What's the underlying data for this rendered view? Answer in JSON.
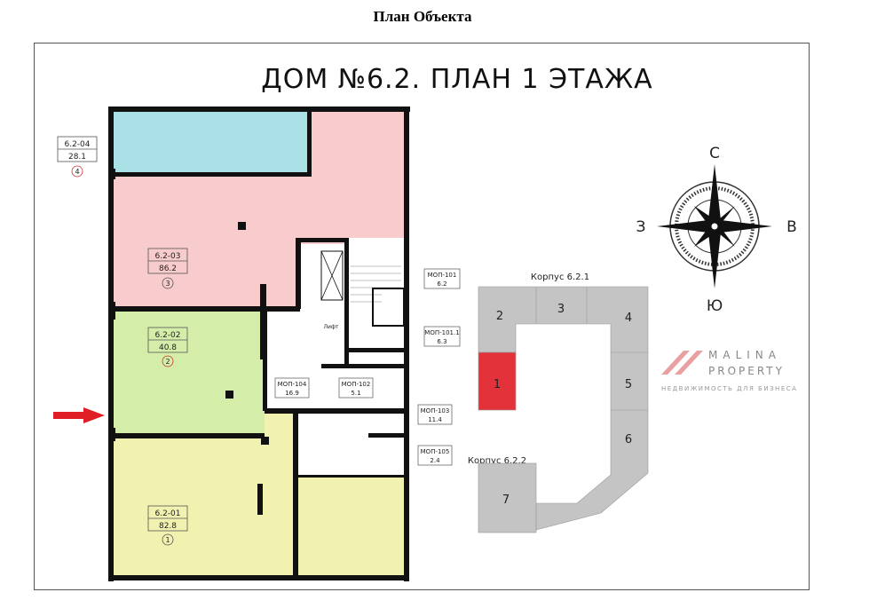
{
  "document_title": "План Объекта",
  "plan": {
    "title": "ДОМ №6.2. ПЛАН 1 ЭТАЖА",
    "rooms": [
      {
        "id": "6.2-04",
        "area": "28.1",
        "number": "4",
        "color": "#a9e1e6"
      },
      {
        "id": "6.2-03",
        "area": "86.2",
        "number": "3",
        "color": "#f8cccc"
      },
      {
        "id": "6.2-02",
        "area": "40.8",
        "number": "2",
        "color": "#d4eeaa"
      },
      {
        "id": "6.2-01",
        "area": "82.8",
        "number": "1",
        "color": "#f1f1b0"
      }
    ],
    "common_areas": [
      {
        "id": "МОП-101",
        "area": "6.2"
      },
      {
        "id": "МОП-101.1",
        "area": "6.3"
      },
      {
        "id": "МОП-104",
        "area": "16.9"
      },
      {
        "id": "МОП-102",
        "area": "5.1"
      },
      {
        "id": "МОП-103",
        "area": "11.4"
      },
      {
        "id": "МОП-105",
        "area": "2.4"
      }
    ],
    "elevator_label": "Лифт",
    "entrance_arrow_color": "#e01e25"
  },
  "compass": {
    "north": "С",
    "south": "Ю",
    "west": "З",
    "east": "В"
  },
  "site_plan": {
    "building_1_label": "Корпус 6.2.1",
    "building_2_label": "Корпус 6.2.2",
    "sections": [
      "1",
      "2",
      "3",
      "4",
      "5",
      "6",
      "7"
    ],
    "highlight_section": "1",
    "highlight_color": "#e3323a",
    "section_color": "#c4c4c4"
  },
  "watermark": {
    "brand_line1": "MALINA",
    "brand_line2": "PROPERTY",
    "tagline": "НЕДВИЖИМОСТЬ ДЛЯ БИЗНЕСА"
  }
}
